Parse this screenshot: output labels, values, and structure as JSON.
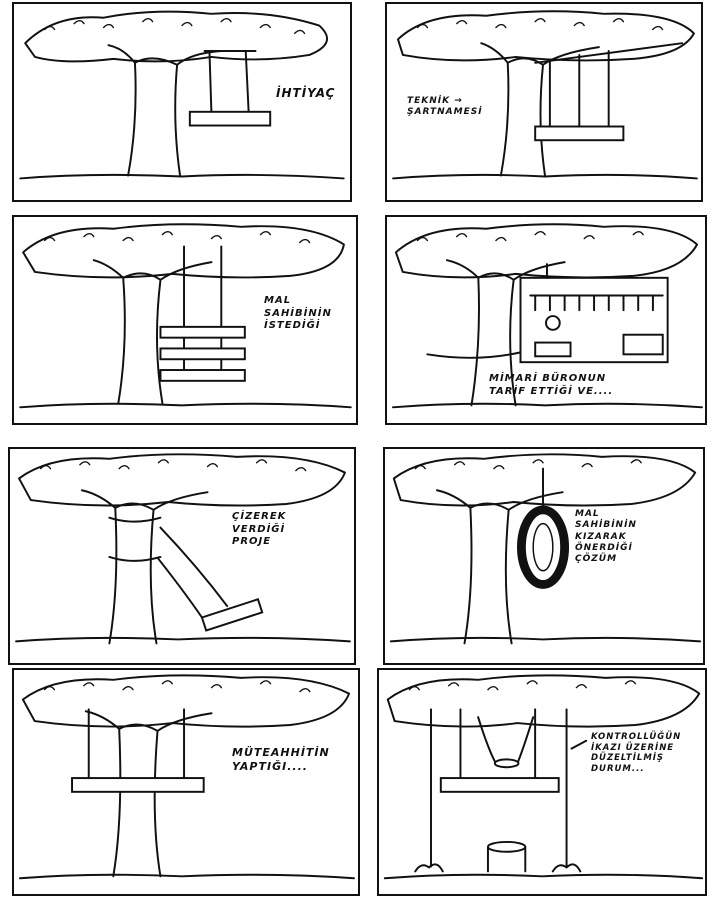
{
  "panels": [
    {
      "lines": [
        "İHTİYAÇ"
      ]
    },
    {
      "lines": [
        "TEKNİK →",
        "ŞARTNAMESİ"
      ]
    },
    {
      "lines": [
        "MAL",
        "SAHİBİNİN",
        "İSTEDİĞİ"
      ]
    },
    {
      "lines": [
        "MİMARİ BÜRONUN",
        "TARİF ETTİĞİ VE...."
      ]
    },
    {
      "lines": [
        "ÇİZEREK",
        "VERDİĞİ",
        "PROJE"
      ]
    },
    {
      "lines": [
        "MAL",
        "SAHİBİNİN",
        "KIZARAK",
        "ÖNERDİĞİ",
        "ÇÖZÜM"
      ]
    },
    {
      "lines": [
        "MÜTEAHHİTİN",
        "YAPTIĞI...."
      ]
    },
    {
      "lines": [
        "KONTROLLÜĞÜN",
        "İKAZI ÜZERİNE",
        "DÜZELTİLMİŞ",
        "DURUM..."
      ]
    }
  ]
}
